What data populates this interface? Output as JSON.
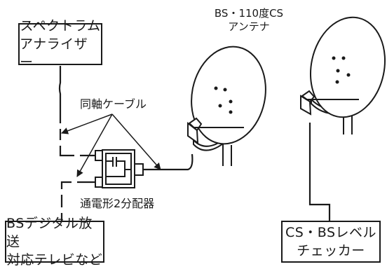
{
  "labels": {
    "analyzer": [
      "スペクトラム",
      "アナライザー"
    ],
    "tv": [
      "BSデジタル放送",
      "対応テレビなど"
    ],
    "checker": [
      "CS・BSレベル",
      "チェッカー"
    ],
    "antenna": [
      "BS・110度CS",
      "アンテナ"
    ],
    "cable": "同軸ケーブル",
    "splitter": "通電形2分配器"
  },
  "colors": {
    "line": "#1a1a1a",
    "dish_fill": "#ffffff",
    "background": "#ffffff"
  }
}
